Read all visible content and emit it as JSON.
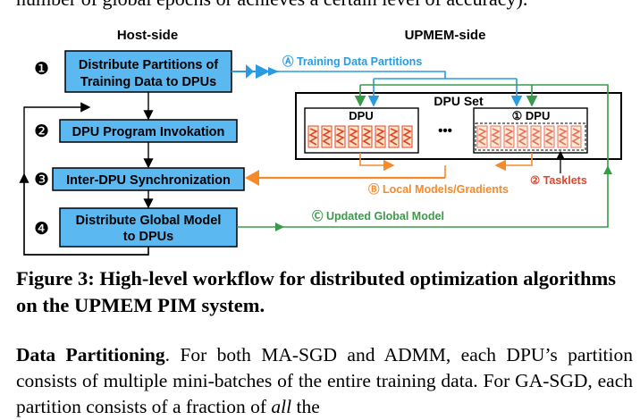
{
  "top_text": "number of global epochs or achieves a certain level of accuracy).",
  "diagram": {
    "host_header": "Host-side",
    "upmem_header": "UPMEM-side",
    "steps": [
      {
        "num": "❶",
        "lines": [
          "Distribute Partitions of",
          "Training Data to DPUs"
        ]
      },
      {
        "num": "❷",
        "lines": [
          "DPU Program Invokation"
        ]
      },
      {
        "num": "❸",
        "lines": [
          "Inter-DPU Synchronization"
        ]
      },
      {
        "num": "❹",
        "lines": [
          "Distribute Global Model",
          "to DPUs"
        ]
      }
    ],
    "dpu_set_label": "DPU Set",
    "dpu_label": "DPU",
    "dpu_label_numbered": "① DPU",
    "ellipsis": "•••",
    "tasklets_label": "② Tasklets",
    "flow_a": "Ⓐ Training Data Partitions",
    "flow_b": "Ⓑ Local Models/Gradients",
    "flow_c": "Ⓒ Updated Global Model",
    "colors": {
      "box_fill": "#5bb8f0",
      "blue": "#2a9be0",
      "orange": "#f58a2a",
      "green": "#3a9a4a",
      "dpu_fill": "#fbe3c6"
    }
  },
  "caption": "Figure 3: High-level workflow for distributed optimization algorithms on the UPMEM PIM system.",
  "paragraph": {
    "lead": "Data Partitioning",
    "text_1": ". For both MA-SGD and ADMM, each DPU’s partition consists of multiple mini-batches of the entire training data. For GA-SGD, each partition consists of a fraction of ",
    "emph": "all",
    "text_2": " the"
  }
}
